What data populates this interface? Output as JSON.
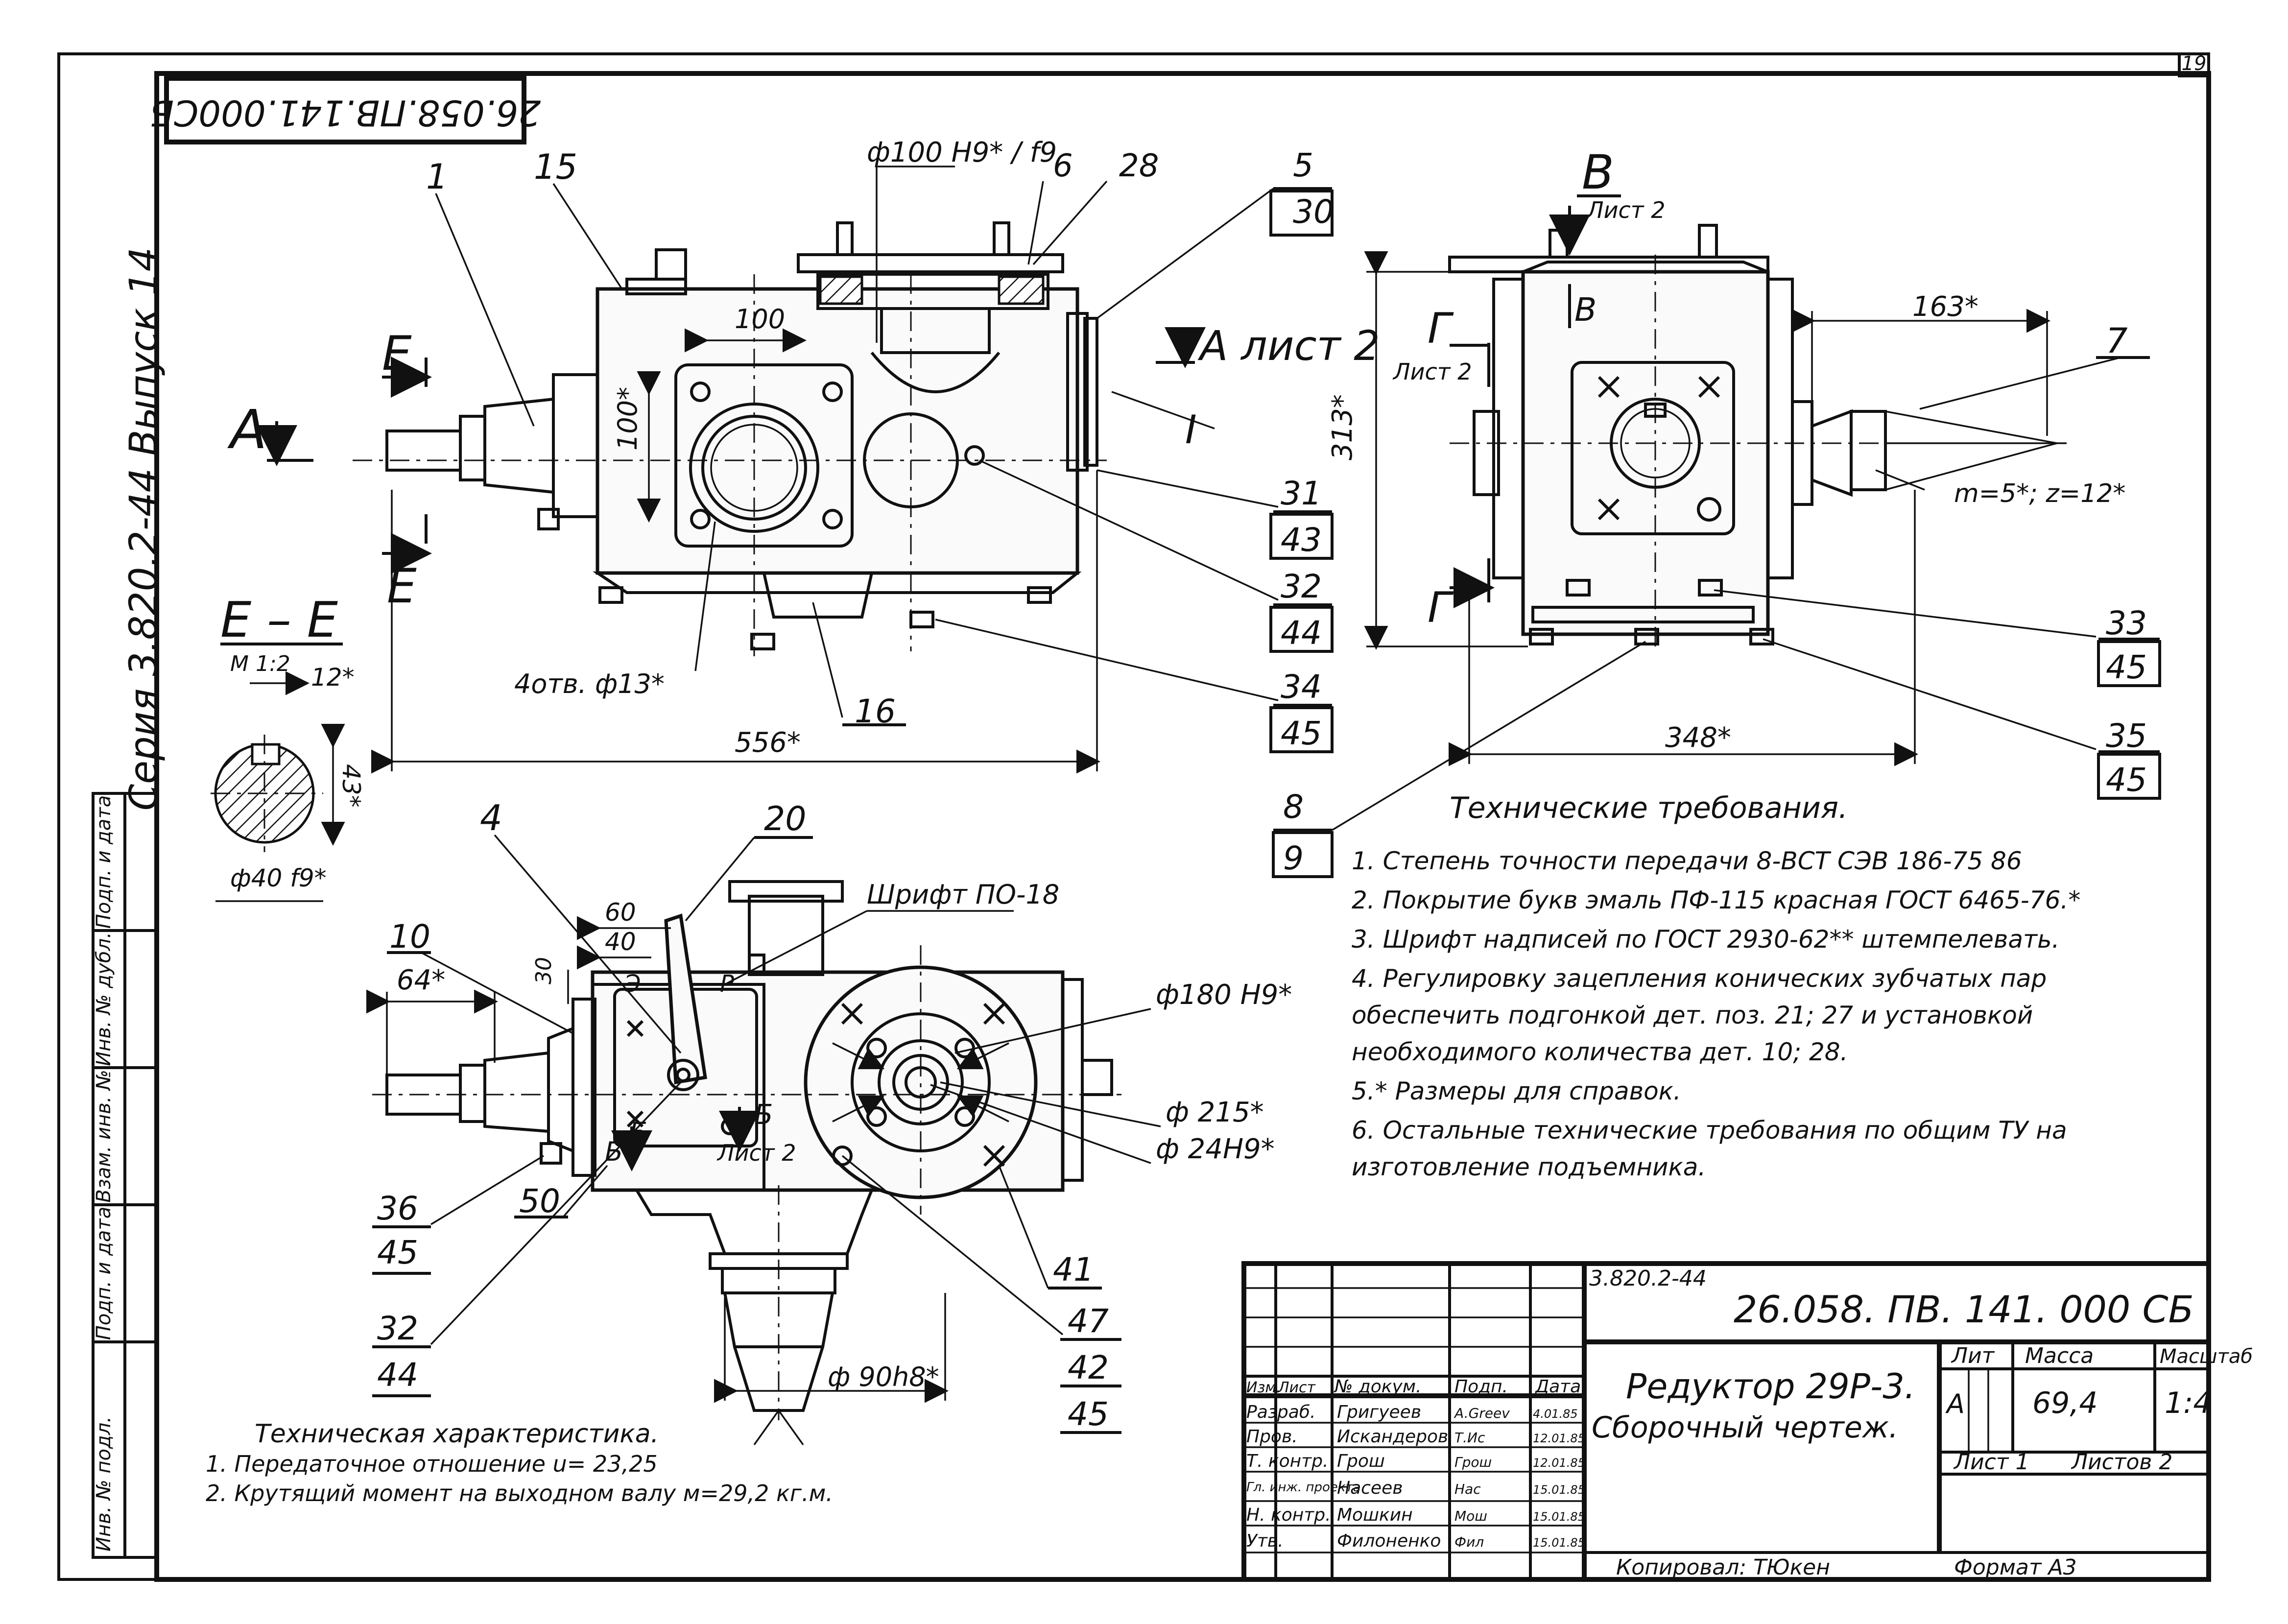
{
  "sheet": {
    "page_number": "19",
    "designation_rotated": "26.058.ПВ.141.000СБ",
    "series_vertical": "Серия 3.820.2-44  Выпуск 14",
    "copied_by": "Копировал: ТЮкен",
    "format": "Формат А3"
  },
  "left_strip": {
    "columns": [
      "Инв. № подл.",
      "Подп. и дата",
      "Взам. инв. №",
      "Инв. № дубл.",
      "Подп. и дата"
    ]
  },
  "callouts": {
    "top_view": [
      "1",
      "15",
      "6",
      "28",
      "5",
      "30",
      "31",
      "43",
      "32",
      "44",
      "34",
      "45",
      "16",
      "I"
    ],
    "side_view": [
      "7",
      "33",
      "45",
      "35",
      "45",
      "8",
      "9"
    ],
    "front_view": [
      "4",
      "20",
      "10",
      "36",
      "45",
      "50",
      "32",
      "44",
      "41",
      "47",
      "42",
      "45"
    ]
  },
  "dimensions": {
    "d100": "ф100 Н9* / f9",
    "w100": "100",
    "h100": "100*",
    "holes": "4отв. ф13*",
    "len556": "556*",
    "h313": "313*",
    "w163": "163*",
    "w348": "348*",
    "gear": "m=5*; z=12*",
    "d180": "ф180 Н9*",
    "d215": "ф 215*",
    "d24": "ф 24Н9*",
    "d90": "ф 90h8*",
    "w64": "64*",
    "w60": "60",
    "w40": "40",
    "h30": "30",
    "font": "Шрифт ПО-18",
    "sheet2": "Лист 2",
    "ee_scale": "М 1:2",
    "ee_12": "12*",
    "ee_43": "43*",
    "ee_d40": "ф40 f9*"
  },
  "section_labels": {
    "A": "А",
    "A_right": "А  лист 2",
    "E1": "Е",
    "E2": "Е",
    "EE": "Е – Е",
    "B": "В",
    "B_sheet": "Лист 2",
    "B_small": "В",
    "G1": "Г",
    "G1_sheet": "Лист 2",
    "G2": "Г",
    "letter_E": "Э",
    "letter_R": "Р",
    "letter_B1": "Б",
    "letter_B2": "Б",
    "letter_B3": "Б"
  },
  "tech_requirements": {
    "title": "Технические  требования.",
    "items": [
      "1.  Степень точности передачи 8-ВСТ СЭВ 186-75 86",
      "2.  Покрытие букв эмаль ПФ-115 красная ГОСТ 6465-76.*",
      "3.  Шрифт надписей по ГОСТ 2930-62** штемпелевать.",
      "4.  Регулировку зацепления конических зубчатых пар",
      "     обеспечить подгонкой дет. поз. 21; 27 и установкой",
      "     необходимого количества дет. 10; 28.",
      "5.* Размеры для справок.",
      "6.  Остальные технические требования по общим ТУ на",
      "     изготовление подъемника."
    ]
  },
  "tech_characteristics": {
    "title": "Техническая  характеристика.",
    "items": [
      "1.  Передаточное  отношение  u= 23,25",
      "2.  Крутящий  момент на выходном валу  м=29,2 кг.м."
    ]
  },
  "title_block": {
    "series": "3.820.2-44",
    "designation": "26.058. ПВ. 141. 000 СБ",
    "name_line1": "Редуктор  29Р-3.",
    "name_line2": "Сборочный  чертеж.",
    "lit_header": "Лит",
    "mass_header": "Масса",
    "scale_header": "Масштаб",
    "lit": "А",
    "mass": "69,4",
    "scale": "1:4",
    "sheet": "Лист  1",
    "sheets": "Листов  2",
    "col_headers": [
      "Изм.",
      "Лист",
      "№ докум.",
      "Подп.",
      "Дата"
    ],
    "rows": [
      {
        "role": "Разраб.",
        "name": "Григуеев",
        "sign": "A.Greev",
        "date": "4.01.85"
      },
      {
        "role": "Пров.",
        "name": "Искандеров",
        "sign": "Т.Ис",
        "date": "12.01.85"
      },
      {
        "role": "Т. контр.",
        "name": "Грош",
        "sign": "Грош",
        "date": "12.01.85"
      },
      {
        "role": "Гл. инж. проекта",
        "name": "Насеев",
        "sign": "Нас",
        "date": "15.01.85"
      },
      {
        "role": "Н. контр.",
        "name": "Мошкин",
        "sign": "Мош",
        "date": "15.01.85"
      },
      {
        "role": "Утв.",
        "name": "Филоненко",
        "sign": "Фил",
        "date": "15.01.85"
      }
    ]
  }
}
